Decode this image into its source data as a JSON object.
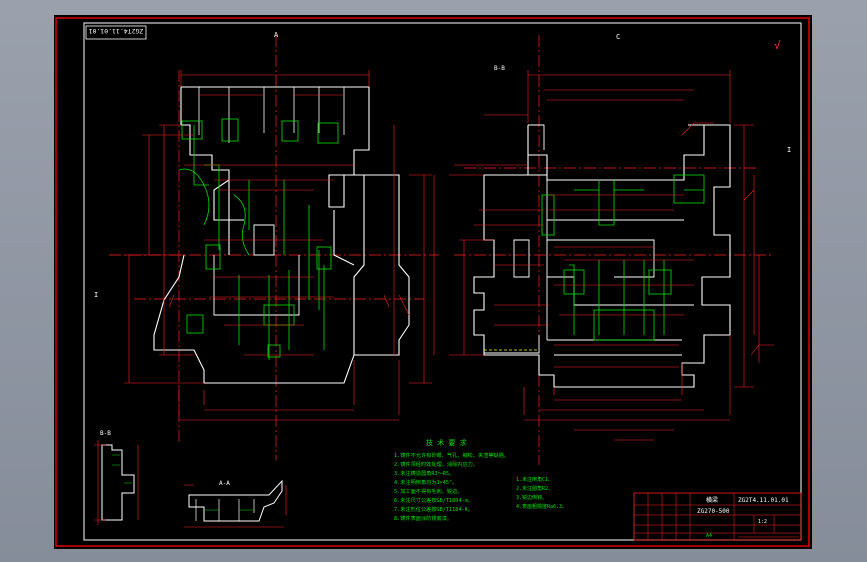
{
  "drawing": {
    "drawing_number_corner": "ZG2T4.11.01.01",
    "title_block": {
      "name": "横梁",
      "drawing_number": "ZG2T4.11.01.01",
      "material": "ZG270-500",
      "scale": "1:2",
      "note": "A4"
    },
    "tech_req_title": "技 术 要 求",
    "tech_req_lines": [
      "1.铸件不允许有砂眼、气孔、缩松、夹渣等缺陷。",
      "2.铸件须经时效处理，消除内应力。",
      "3.未注铸造圆角R3～R5。",
      "4.未注明倒角均为1×45°。",
      "5.加工面不得有毛刺、锐边。",
      "6.未注尺寸公差按GB/T1804-m。",
      "7.未注形位公差按GB/T1184-K。",
      "8.铸件表面涂防锈底漆。"
    ],
    "notes_lines": [
      "1.未注倒角C1。",
      "2.未注圆角R2。",
      "3.锐边倒钝。",
      "4.表面粗糙度Ra6.3。"
    ],
    "section_labels": {
      "left_top": "A",
      "right_top": "C",
      "detail_left": "B-B",
      "detail_mid": "A-A",
      "right_side": "I",
      "left_side": "I",
      "top_mid": "B-B"
    },
    "roughness_symbol": "√"
  }
}
